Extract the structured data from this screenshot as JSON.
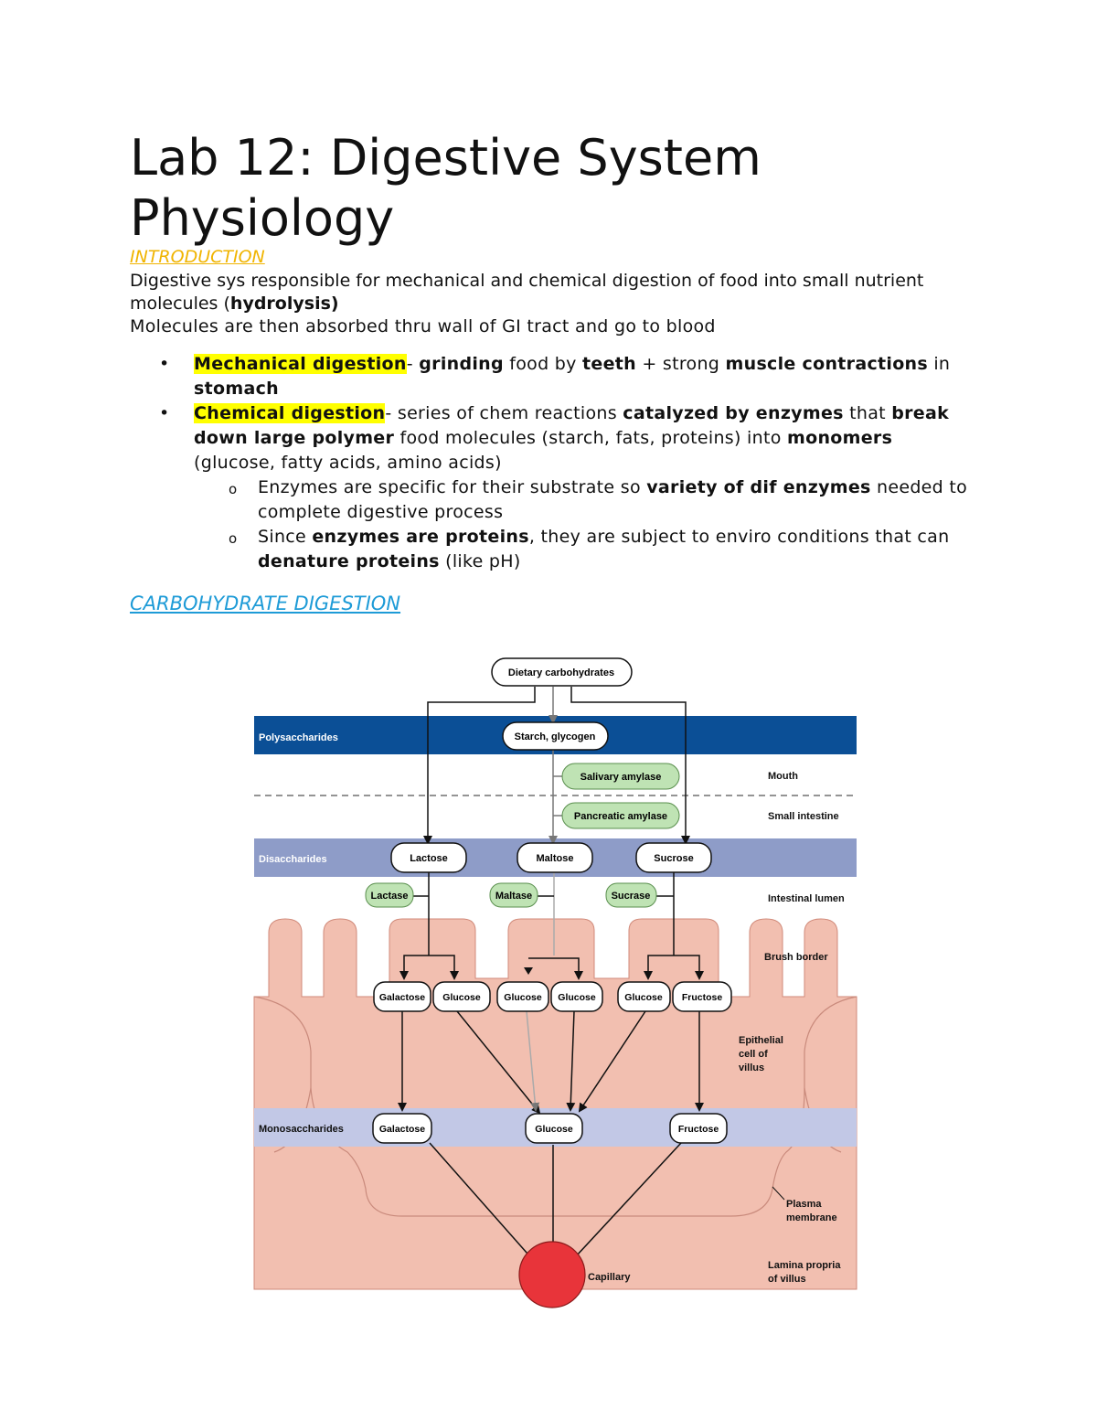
{
  "title": "Lab 12: Digestive System Physiology",
  "intro": {
    "heading": "INTRODUCTION",
    "p1_a": "Digestive sys responsible for mechanical and chemical digestion of food into small nutrient molecules (",
    "p1_b": "hydrolysis)",
    "p2": "Molecules are then absorbed thru wall of GI tract and go to blood"
  },
  "bullets": {
    "b1": {
      "term": "Mechanical digestion",
      "t1": "- ",
      "k1": "grinding",
      "t2": " food by ",
      "k2": "teeth",
      "t3": " + strong ",
      "k3": "muscle contractions",
      "t4": " in ",
      "k4": "stomach"
    },
    "b2": {
      "term": "Chemical digestion",
      "t1": "- series of chem reactions ",
      "k1": "catalyzed by enzymes",
      "t2": " that ",
      "k2": "break down large polymer",
      "t3": " food molecules (starch, fats, proteins) into ",
      "k3": "monomers",
      "t4": " (glucose, fatty acids, amino acids)"
    },
    "s1": {
      "t1": "Enzymes are specific for their substrate so ",
      "k1": "variety of dif enzymes",
      "t2": " needed to complete digestive process"
    },
    "s2": {
      "t1": "Since ",
      "k1": "enzymes are proteins",
      "t2": ", they are subject to enviro conditions that can ",
      "k2": "denature proteins",
      "t3": " (like pH)"
    },
    "bullet_char": "•",
    "sub_char": "o"
  },
  "carb_heading": "CARBOHYDRATE DIGESTION",
  "diagram": {
    "dietary": "Dietary carbohydrates",
    "polysaccharides": "Polysaccharides",
    "starch": "Starch, glycogen",
    "salivary": "Salivary amylase",
    "pancreatic": "Pancreatic amylase",
    "mouth": "Mouth",
    "small_intestine": "Small intestine",
    "disaccharides": "Disaccharides",
    "lactose": "Lactose",
    "maltose": "Maltose",
    "sucrose": "Sucrose",
    "lactase": "Lactase",
    "maltase": "Maltase",
    "sucrase": "Sucrase",
    "intestinal_lumen": "Intestinal lumen",
    "brush_border": "Brush border",
    "galactose": "Galactose",
    "glucose": "Glucose",
    "fructose": "Fructose",
    "epithelial": [
      "Epithelial",
      "cell of",
      "villus"
    ],
    "monosaccharides": "Monosaccharides",
    "plasma": [
      "Plasma",
      "membrane"
    ],
    "capillary": "Capillary",
    "lamina": [
      "Lamina propria",
      "of villus"
    ],
    "colors": {
      "poly_band": "#0B4F96",
      "di_band": "#8E9CC8",
      "mono_band": "#C2C8E6",
      "tissue": "#F2BFB0",
      "enzyme_fill": "#BFE3B4",
      "capillary": "#E8343A"
    }
  }
}
